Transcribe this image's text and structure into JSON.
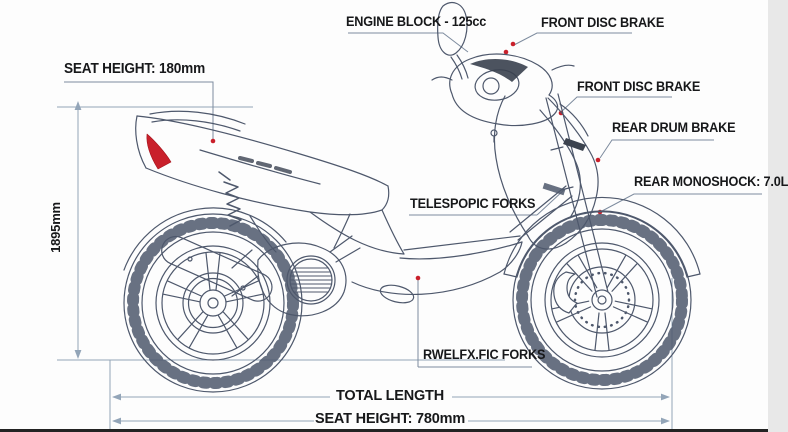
{
  "diagram": {
    "type": "scooter-spec-diagram",
    "subject": "scooter line-art with labeled parts and dimensions",
    "callouts": {
      "engine_block": "ENGINE BLOCK - 125cc",
      "front_disc_brake_top": "FRONT DISC BRAKE",
      "seat_height_left": "SEAT HEIGHT: 180mm",
      "front_disc_brake_right": "FRONT DISC BRAKE",
      "rear_drum_brake": "REAR DRUM BRAKE",
      "rear_monoshock": "REAR MONOSHOCK: 7.0L",
      "telescopic_forks": "TELESPOPIC FORKS",
      "lower_forks": "RWELFX.FIC FORKS",
      "overall_height": "1895mm",
      "total_length": "TOTAL LENGTH",
      "seat_height_bottom": "SEAT HEIGHT: 780mm"
    },
    "colors": {
      "outline": "#4e586c",
      "dimension_line": "#93a5b8",
      "leader_line": "#7d8b9e",
      "accent_red": "#c9202b",
      "text": "#17181a",
      "background": "#fdfdfd"
    }
  }
}
